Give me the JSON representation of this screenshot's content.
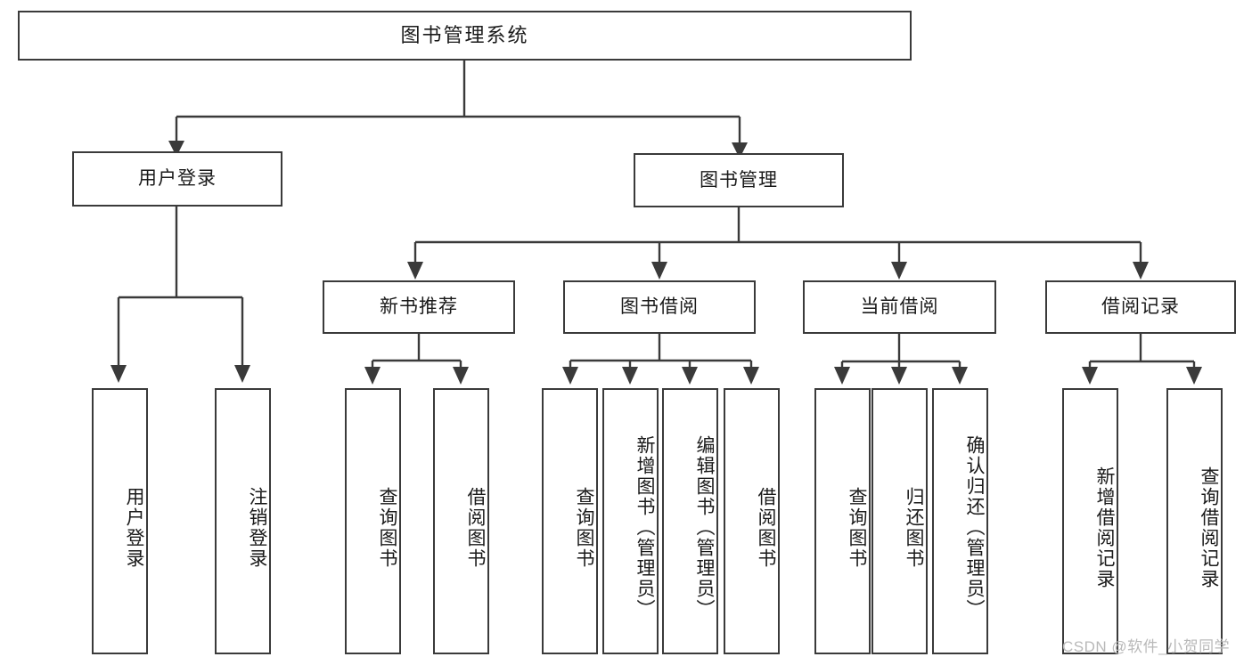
{
  "diagram": {
    "title": "图书管理系统",
    "type": "tree",
    "root": {
      "label": "图书管理系统"
    },
    "level2": [
      {
        "label": "用户登录"
      },
      {
        "label": "图书管理"
      }
    ],
    "level3": [
      {
        "label": "新书推荐"
      },
      {
        "label": "图书借阅"
      },
      {
        "label": "当前借阅"
      },
      {
        "label": "借阅记录"
      }
    ],
    "leaves": {
      "user_login": [
        {
          "label": "用户登录"
        },
        {
          "label": "注销登录"
        }
      ],
      "new_book": [
        {
          "label": "查询图书"
        },
        {
          "label": "借阅图书"
        }
      ],
      "borrow": [
        {
          "label": "查询图书"
        },
        {
          "label": "新增图书（管理员）"
        },
        {
          "label": "编辑图书（管理员）"
        },
        {
          "label": "借阅图书"
        }
      ],
      "current": [
        {
          "label": "查询图书"
        },
        {
          "label": "归还图书"
        },
        {
          "label": "确认归还（管理员）"
        }
      ],
      "records": [
        {
          "label": "新增借阅记录"
        },
        {
          "label": "查询借阅记录"
        }
      ]
    }
  },
  "watermark": {
    "text": "CSDN @软件_小贺同学"
  },
  "colors": {
    "stroke": "#3a3a3a",
    "text": "#1a1a1a",
    "background": "#ffffff",
    "watermark": "#b9b9b9"
  }
}
